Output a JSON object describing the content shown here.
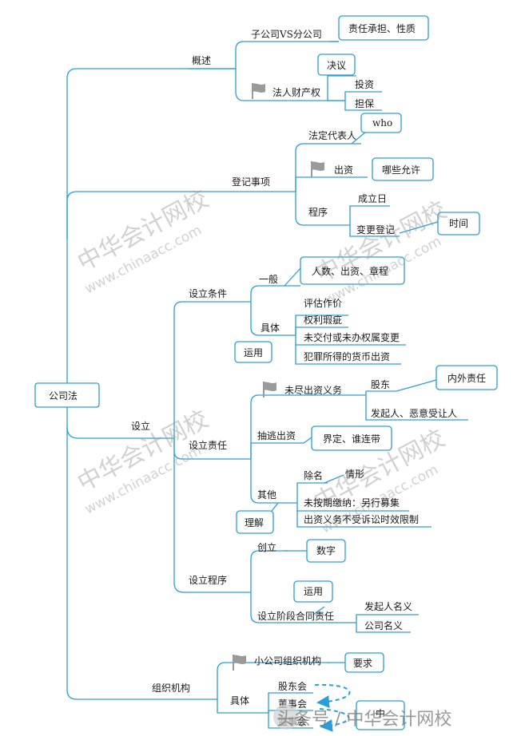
{
  "colors": {
    "line": "#2a9fd6",
    "text": "#1a1a1a",
    "flag": "#9a9a9a",
    "watermark": "#9a9a9a"
  },
  "root": "公司法",
  "overview": {
    "label": "概述",
    "sub_vs": "子公司VS分公司",
    "vs_note": "责任承担、性质",
    "legal_person_property": "法人财产权",
    "resolution": "决议",
    "investment": "投资",
    "guarantee": "担保"
  },
  "registration": {
    "label": "登记事项",
    "legal_rep": "法定代表人",
    "who": "who",
    "capital": "出资",
    "which_allowed": "哪些允许",
    "procedure": "程序",
    "established_day": "成立日",
    "change_reg": "变更登记",
    "time": "时间"
  },
  "establishment": {
    "label": "设立",
    "conditions": {
      "label": "设立条件",
      "general": "一般",
      "general_note": "人数、出资、章程",
      "specific": "具体",
      "apply": "运用",
      "items": [
        "评估作价",
        "权利瑕疵",
        "未交付或未办权属变更",
        "犯罪所得的货币出资"
      ]
    },
    "liability": {
      "label": "设立责任",
      "unpaid": "未尽出资义务",
      "shareholder": "股东",
      "inout": "内外责任",
      "promoter": "发起人、恶意受让人",
      "withdraw": "抽逃出资",
      "define": "界定、谁连带",
      "other": "其他",
      "understand": "理解",
      "remove": "除名",
      "situation": "情形",
      "other_items": [
        "未按期缴纳：另行募集",
        "出资义务不受诉讼时效限制"
      ]
    },
    "procedure": {
      "label": "设立程序",
      "found": "创立",
      "number": "数字",
      "stage_contract": "设立阶段合同责任",
      "apply": "运用",
      "promoter_name": "发起人名义",
      "company_name": "公司名义"
    }
  },
  "organization": {
    "label": "组织机构",
    "small_company": "小公司组织机构",
    "requirement": "要求",
    "specific": "具体",
    "shareholders_meeting": "股东会",
    "board": "董事会",
    "supervisors": "监事会",
    "occluded_box": "中"
  },
  "watermarks": {
    "cn": "中华会计网校",
    "url": "www.chinaacc.com",
    "bottom": "头条号 / 中华会计网校"
  },
  "icons": {
    "flag": "flag-icon",
    "arrow": "dashed-arrow"
  }
}
